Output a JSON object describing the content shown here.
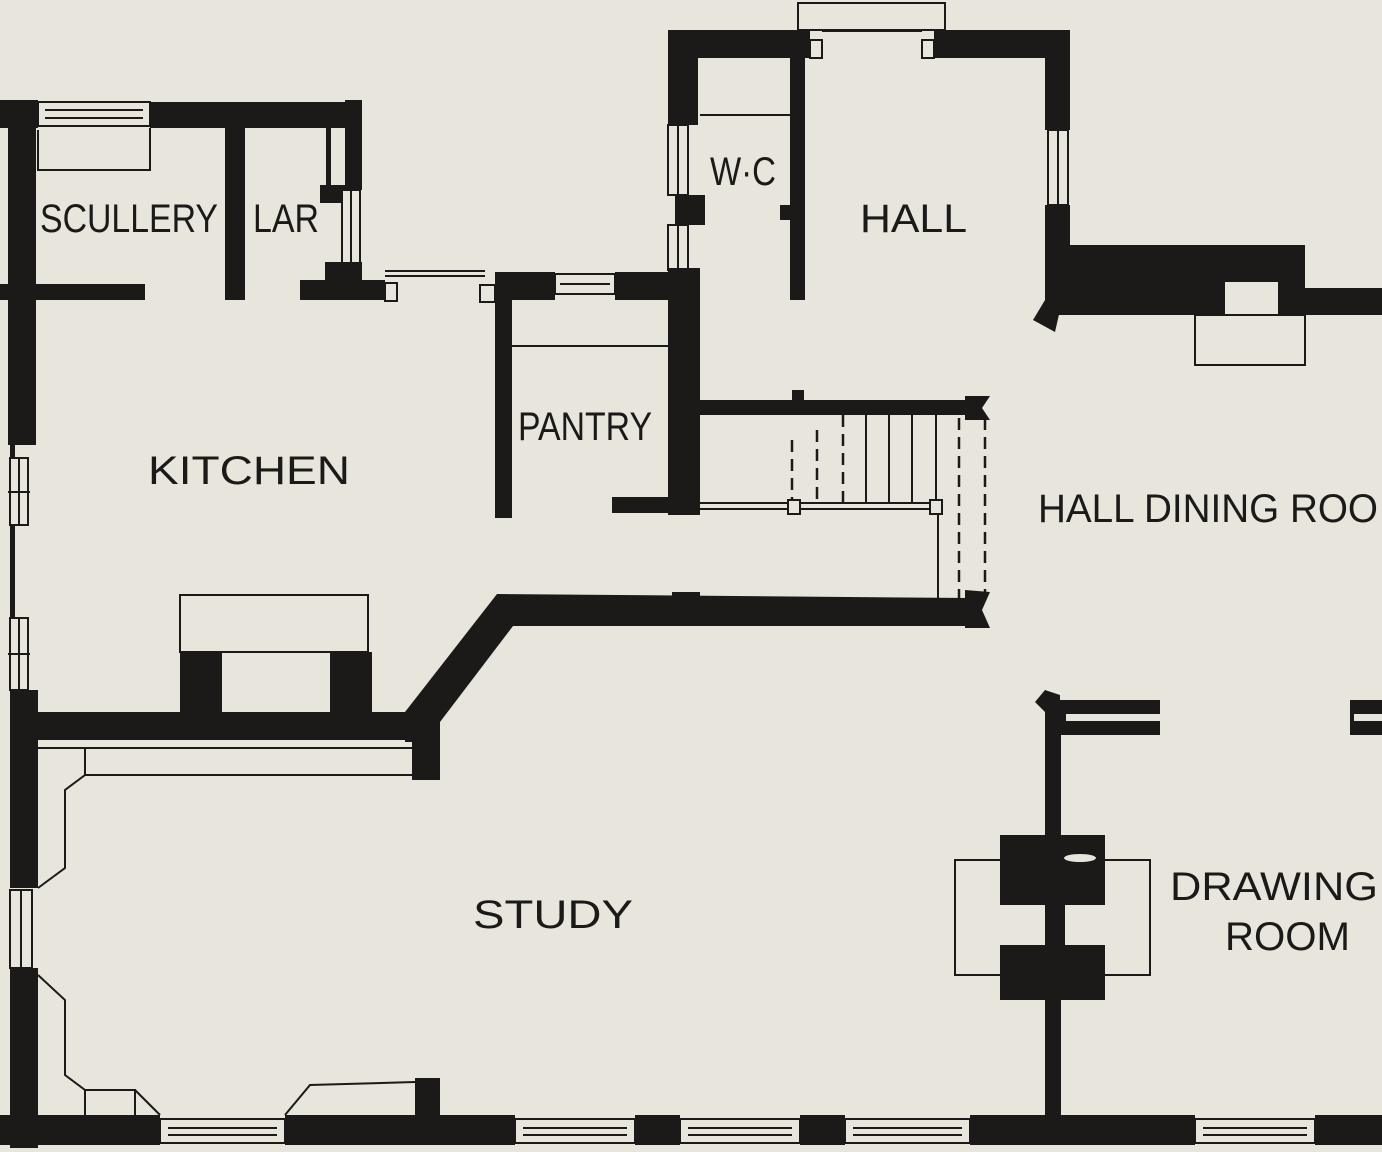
{
  "plan": {
    "rooms": {
      "scullery": "SCULLERY",
      "larder": "LAR",
      "wc": "W·C",
      "hall": "HALL",
      "kitchen": "KITCHEN",
      "pantry": "PANTRY",
      "hall_dining_room": "HALL DINING ROO",
      "study": "STUDY",
      "drawing_room_line1": "DRAWING",
      "drawing_room_line2": "ROOM"
    }
  },
  "colors": {
    "paper": "#e7e5dc",
    "ink": "#1b1a19"
  }
}
